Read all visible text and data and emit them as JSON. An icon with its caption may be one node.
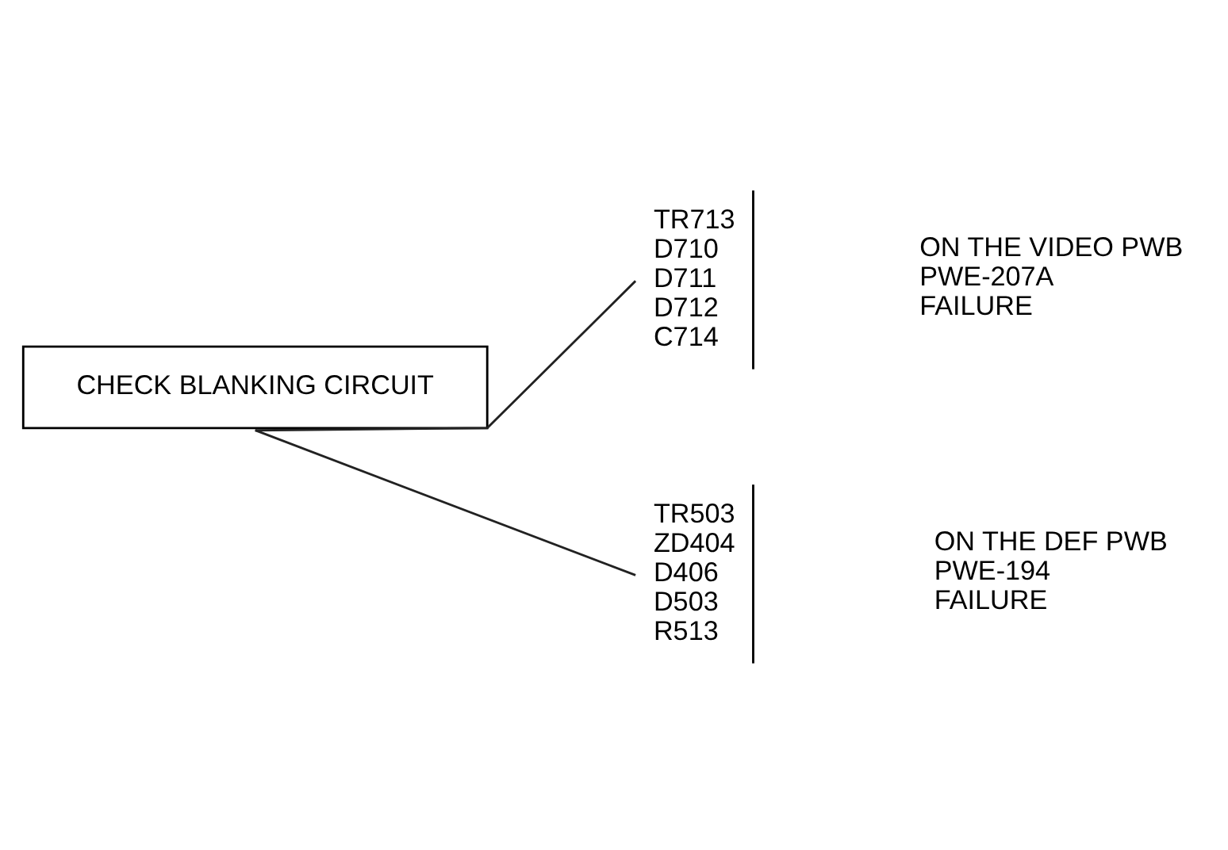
{
  "diagram": {
    "nodes": [
      {
        "text": [
          "CHECK BLANKING CIRCUIT"
        ]
      },
      {
        "text": [
          "TR713",
          "D710",
          "D711",
          "D712",
          "C714"
        ],
        "beside": [
          "ON THE VIDEO PWB",
          "PWE-207A",
          "FAILURE"
        ]
      },
      {
        "text": [
          "TR503",
          "ZD404",
          "D406",
          "D503",
          "R513"
        ],
        "beside": [
          "ON THE DEF PWB",
          "PWE-194",
          "FAILURE"
        ]
      }
    ],
    "edges": [
      {
        "from": 0,
        "to": 1,
        "arrow": "none"
      },
      {
        "from": 0,
        "to": 2,
        "arrow": "none"
      }
    ]
  }
}
